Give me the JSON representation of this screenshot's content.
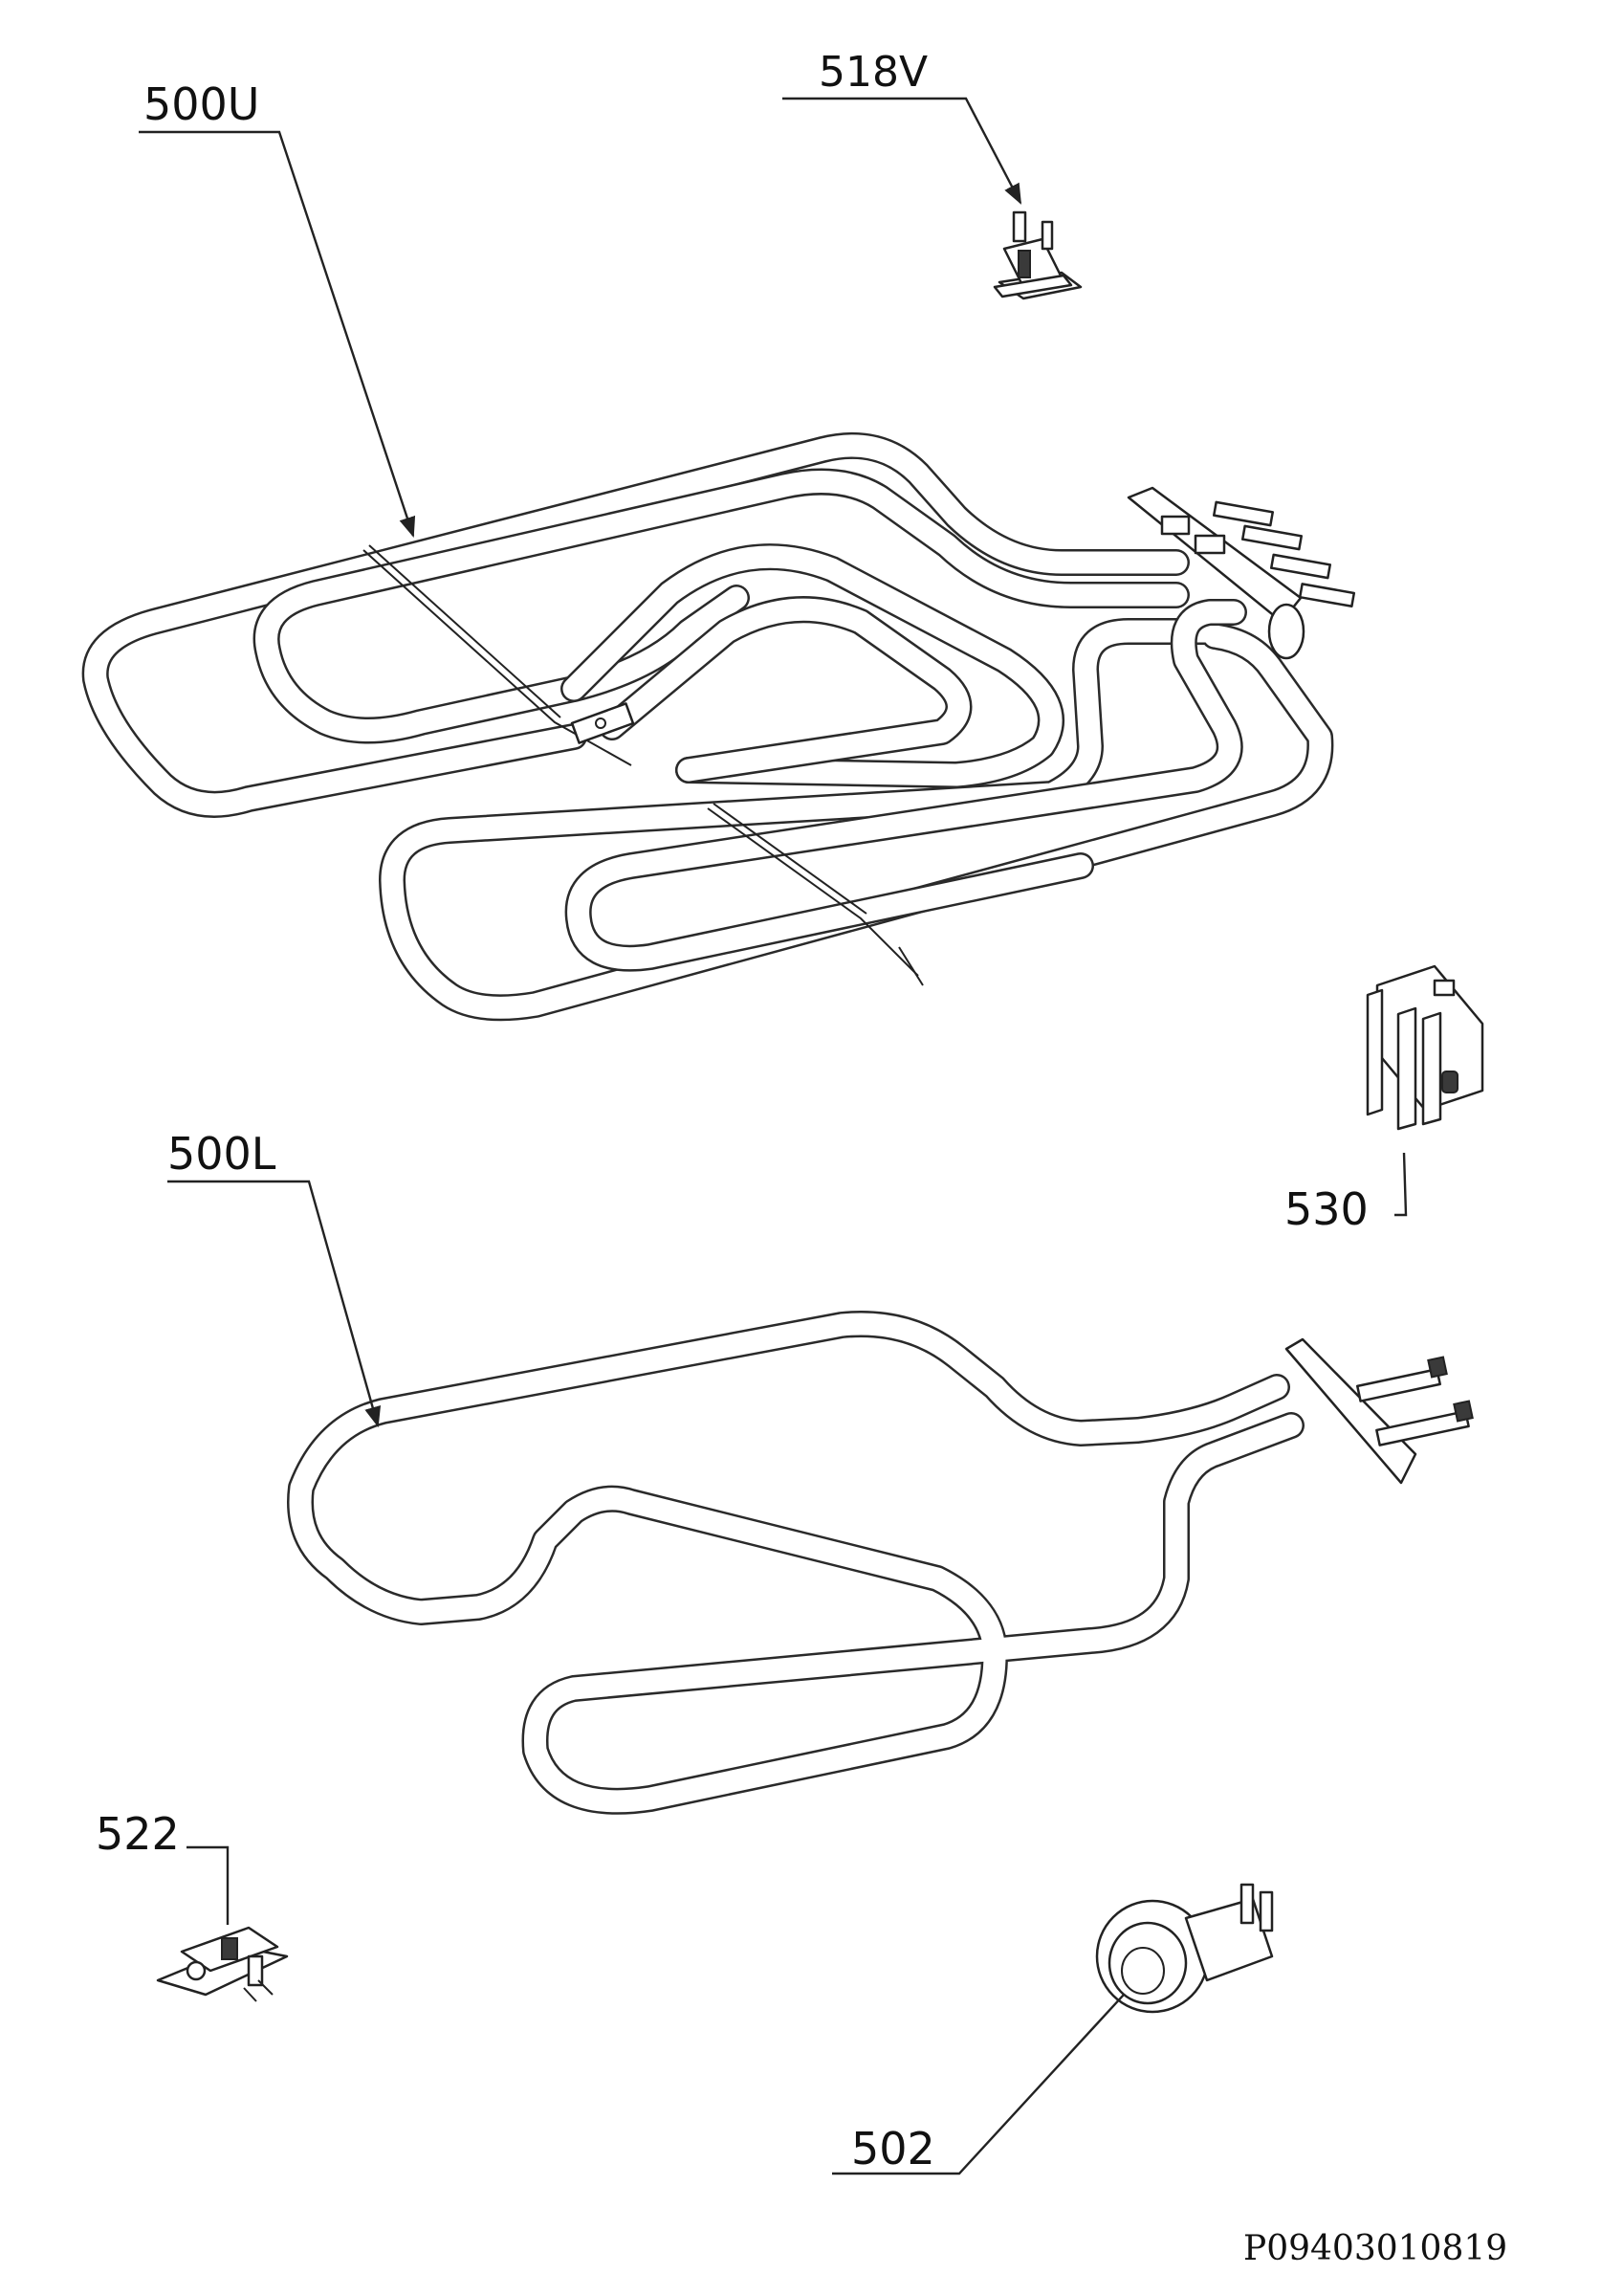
{
  "labels": {
    "part_500U": "500U",
    "part_518V": "518V",
    "part_530": "530",
    "part_500L": "500L",
    "part_522": "522",
    "part_502": "502"
  },
  "drawing_number": "P09403010819"
}
